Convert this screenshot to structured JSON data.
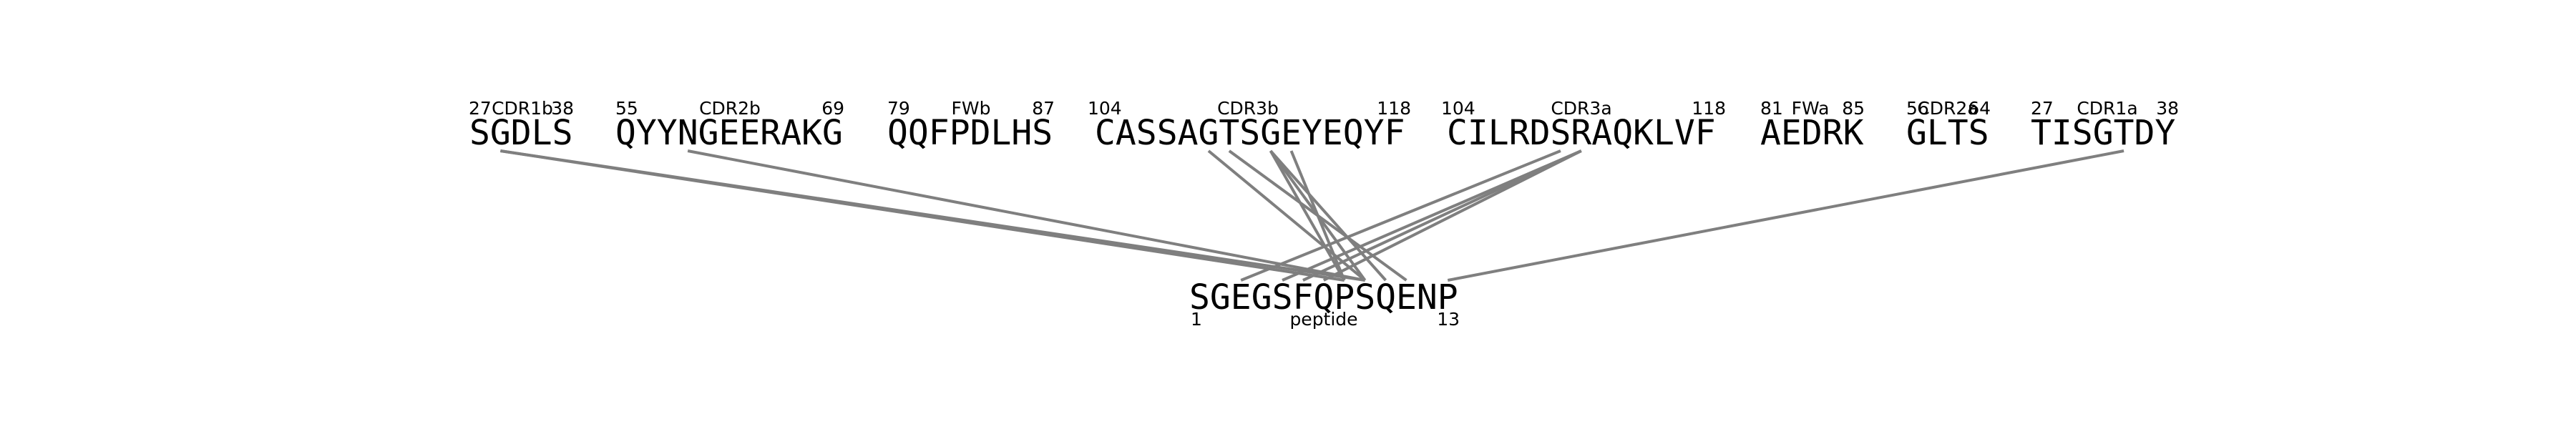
{
  "segments": [
    {
      "name": "CDR1b",
      "sequence": "SGDLS",
      "start": "27",
      "end": "38"
    },
    {
      "name": "CDR2b",
      "sequence": "QYYNGEERAKG",
      "start": "55",
      "end": "69"
    },
    {
      "name": "FWb",
      "sequence": "QQFPDLHS",
      "start": "79",
      "end": "87"
    },
    {
      "name": "CDR3b",
      "sequence": "CASSAGTSGEYEQYF",
      "start": "104",
      "end": "118"
    },
    {
      "name": "CDR3a",
      "sequence": "CILRDSRAQKLVF",
      "start": "104",
      "end": "118"
    },
    {
      "name": "FWa",
      "sequence": "AEDRK",
      "start": "81",
      "end": "85"
    },
    {
      "name": "CDR2a",
      "sequence": "GLTS",
      "start": "56",
      "end": "64"
    },
    {
      "name": "CDR1a",
      "sequence": "TISGTDY",
      "start": "27",
      "end": "38"
    }
  ],
  "peptide": {
    "name": "peptide",
    "sequence": "SGEGSFQPSQENP",
    "start": "1",
    "end": "13"
  },
  "contacts": [
    {
      "segment": 0,
      "residue": 1,
      "peptide_residue": 7
    },
    {
      "segment": 0,
      "residue": 1,
      "peptide_residue": 8
    },
    {
      "segment": 1,
      "residue": 3,
      "peptide_residue": 8
    },
    {
      "segment": 3,
      "residue": 5,
      "peptide_residue": 8
    },
    {
      "segment": 3,
      "residue": 6,
      "peptide_residue": 10
    },
    {
      "segment": 3,
      "residue": 8,
      "peptide_residue": 7
    },
    {
      "segment": 3,
      "residue": 8,
      "peptide_residue": 8
    },
    {
      "segment": 3,
      "residue": 8,
      "peptide_residue": 9
    },
    {
      "segment": 3,
      "residue": 9,
      "peptide_residue": 7
    },
    {
      "segment": 4,
      "residue": 5,
      "peptide_residue": 2
    },
    {
      "segment": 4,
      "residue": 6,
      "peptide_residue": 4
    },
    {
      "segment": 4,
      "residue": 6,
      "peptide_residue": 5
    },
    {
      "segment": 4,
      "residue": 6,
      "peptide_residue": 6
    },
    {
      "segment": 7,
      "residue": 4,
      "peptide_residue": 12
    }
  ],
  "colors": {
    "connector": "#7f7f7f",
    "text": "#000000"
  }
}
